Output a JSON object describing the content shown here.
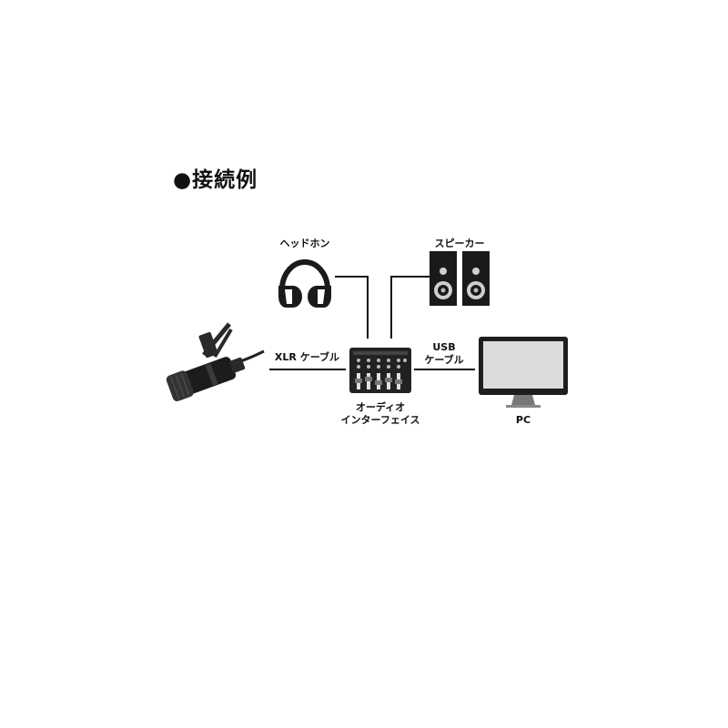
{
  "title": "●接続例",
  "nodes": {
    "headphones": {
      "label": "ヘッドホン",
      "icon": "headphones-icon"
    },
    "speakers": {
      "label": "スピーカー",
      "icon": "speaker-icon"
    },
    "microphone": {
      "icon": "microphone-icon"
    },
    "interface": {
      "label_line1": "オーディオ",
      "label_line2": "インターフェイス",
      "icon": "audio-interface-icon"
    },
    "pc": {
      "label": "PC",
      "icon": "monitor-icon"
    }
  },
  "connections": {
    "xlr": {
      "label": "XLR ケーブル"
    },
    "usb": {
      "label_line1": "USB",
      "label_line2": "ケーブル"
    }
  },
  "colors": {
    "device_dark": "#1a1a1a",
    "screen": "#dcdcdc",
    "line": "#111111"
  }
}
